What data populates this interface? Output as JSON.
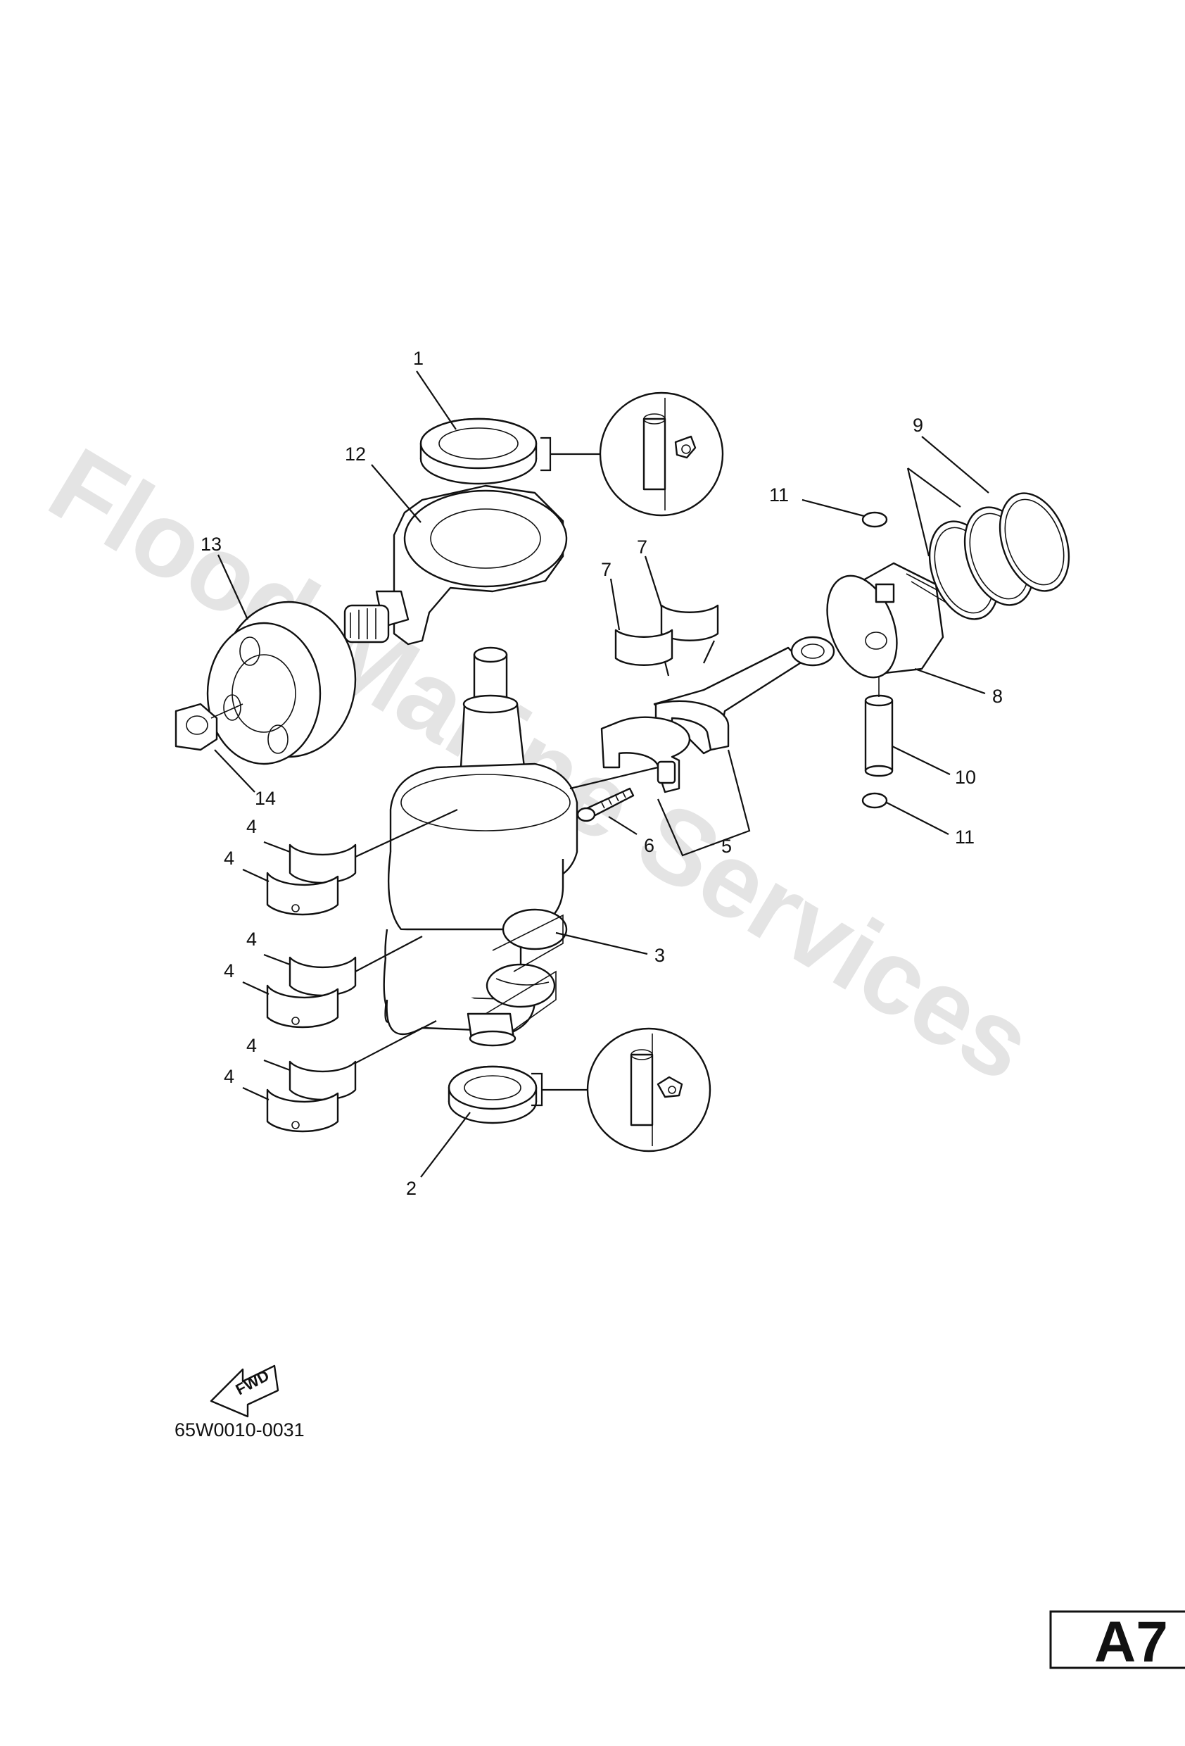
{
  "watermark": "Flood Marine Services",
  "diagram_code": "65W0010-0031",
  "page_ref": "A7",
  "fwd_label": "FWD",
  "callouts": {
    "c1": "1",
    "c2": "2",
    "c3": "3",
    "c4a": "4",
    "c4b": "4",
    "c4c": "4",
    "c4d": "4",
    "c4e": "4",
    "c4f": "4",
    "c5": "5",
    "c6": "6",
    "c7a": "7",
    "c7b": "7",
    "c8": "8",
    "c9": "9",
    "c10": "10",
    "c11a": "11",
    "c11b": "11",
    "c12": "12",
    "c13": "13",
    "c14": "14"
  },
  "icons": {
    "grease_top": "grease-apply-icon",
    "grease_bottom": "grease-apply-icon",
    "fwd": "forward-arrow-icon"
  }
}
